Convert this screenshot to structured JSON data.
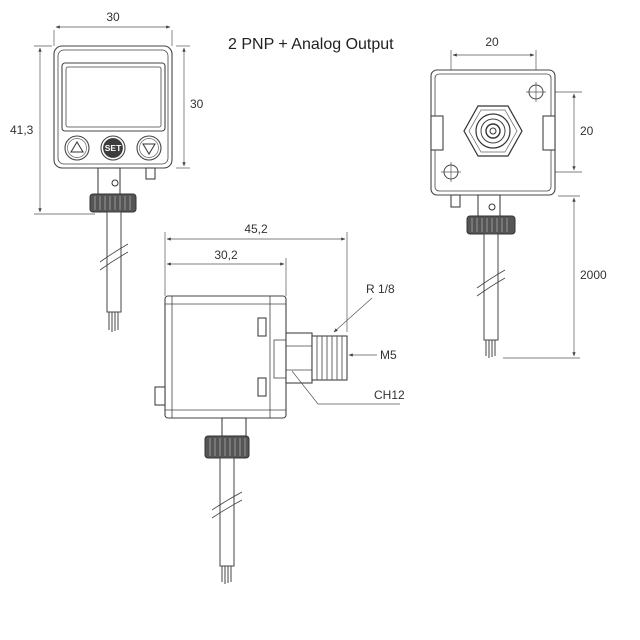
{
  "title": "2 PNP + Analog Output",
  "front_view": {
    "width_label": "30",
    "height_label": "41,3",
    "side_label": "30",
    "buttons": {
      "up": "up-arrow-icon",
      "set": "SET",
      "down": "down-arrow-icon"
    }
  },
  "side_view": {
    "overall_length_label": "45,2",
    "body_length_label": "30,2",
    "thread_label": "R 1/8",
    "port_label": "M5",
    "wrench_label": "CH12"
  },
  "rear_view": {
    "hole_spacing_h_label": "20",
    "hole_spacing_v_label": "20",
    "cable_length_label": "2000"
  }
}
